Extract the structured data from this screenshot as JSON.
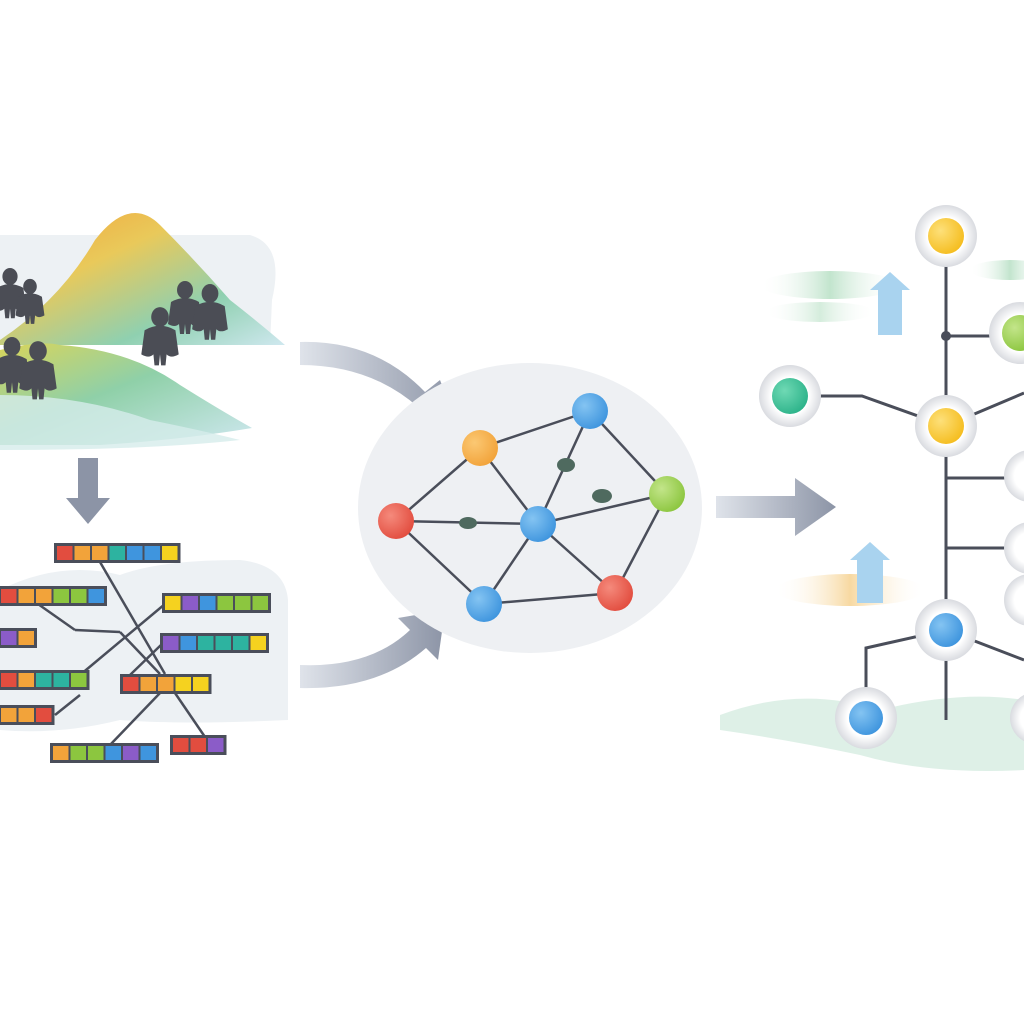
{
  "colors": {
    "background": "#ffffff",
    "panel": "#eef0f3",
    "edge": "#4a4e5a",
    "arrow": "#8c94a6",
    "arrow_light": "#cdd3de",
    "silhouette": "#4b4d55",
    "up_arrow": "#a9d3ef",
    "node_red": "#e24d3f",
    "node_orange": "#f2a33a",
    "node_blue": "#3f95de",
    "node_green": "#8cc63f",
    "node_teal": "#2db38a",
    "node_yellow": "#f5bd1f",
    "node_dark": "#4f6a5f"
  },
  "icons": {
    "population_marker": "gorilla-silhouette-icon",
    "flow_arrow": "curved-arrow-icon",
    "upward_signal": "up-arrow-icon"
  },
  "stages": [
    {
      "id": "landscape-stage",
      "visual": "habitat-landscape-with-animal-groups"
    },
    {
      "id": "sequence-stage",
      "visual": "sequence-blocks-with-links"
    },
    {
      "id": "network-stage",
      "visual": "node-network-graph"
    },
    {
      "id": "tree-stage",
      "visual": "branching-node-tree"
    }
  ],
  "sequence_rows": [
    [
      "#e24d3f",
      "#f2a33a",
      "#f2a33a",
      "#2db3a0",
      "#3f95de",
      "#3f95de",
      "#f5d21f"
    ],
    [
      "#f5d21f",
      "#8b5cc8",
      "#3f95de",
      "#8cc63f",
      "#8cc63f",
      "#8cc63f"
    ],
    [
      "#e24d3f",
      "#f2a33a",
      "#f2a33a",
      "#8cc63f",
      "#8cc63f",
      "#3f95de"
    ],
    [
      "#8b5cc8",
      "#3f95de",
      "#2db3a0",
      "#2db3a0",
      "#2db3a0",
      "#f5d21f"
    ],
    [
      "#e24d3f",
      "#f2a33a",
      "#2db3a0",
      "#2db3a0",
      "#8cc63f"
    ],
    [
      "#e24d3f",
      "#f2a33a",
      "#f2a33a",
      "#f5d21f",
      "#f5d21f"
    ],
    [
      "#f2a33a",
      "#f2a33a",
      "#e24d3f"
    ],
    [
      "#8b5cc8",
      "#f2a33a"
    ],
    [
      "#f2a33a",
      "#8cc63f",
      "#8cc63f",
      "#3f95de",
      "#8b5cc8",
      "#3f95de"
    ],
    [
      "#e24d3f",
      "#e24d3f",
      "#8b5cc8"
    ]
  ]
}
